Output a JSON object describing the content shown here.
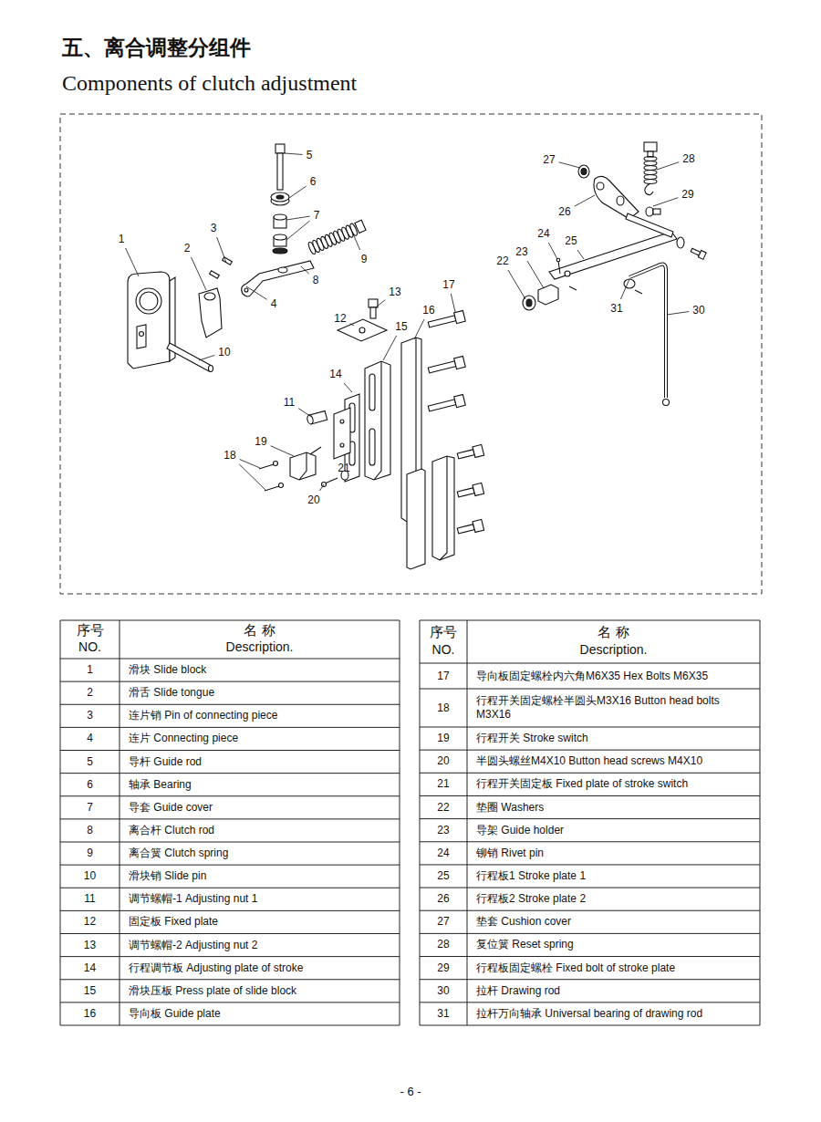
{
  "diagram": {
    "title": "五、离合调整分组件",
    "labels": [
      "Components of clutch adjustment",
      "1",
      "2",
      "3",
      "4",
      "5",
      "6",
      "7",
      "8",
      "9",
      "10",
      "11",
      "12",
      "13",
      "14",
      "15",
      "16",
      "17",
      "18",
      "19",
      "20",
      "21",
      "22",
      "23",
      "24",
      "25",
      "26",
      "27",
      "28",
      "29",
      "30",
      "31",
      "序号",
      "NO.",
      "名 称",
      "Description.",
      "1",
      "滑块 Slide block",
      "2",
      "滑舌 Slide tongue",
      "3",
      "连片销 Pin of connecting piece",
      "4",
      "连片 Connecting piece",
      "5",
      "导杆 Guide rod",
      "6",
      "轴承 Bearing",
      "7",
      "导套 Guide cover",
      "8",
      "离合杆 Clutch rod",
      "9",
      "离合簧 Clutch spring",
      "10",
      "滑块销 Slide pin",
      "11",
      "调节螺帽-1 Adjusting nut 1",
      "12",
      "固定板 Fixed plate",
      "13",
      "调节螺帽-2 Adjusting nut 2",
      "14",
      "行程调节板 Adjusting plate of stroke",
      "15",
      "滑块压板 Press plate of slide block",
      "16",
      "导向板 Guide plate",
      "序号",
      "NO.",
      "名 称",
      "Description.",
      "17",
      "导向板固定螺栓内六角M6X35 Hex Bolts M6X35",
      "18",
      "行程开关固定螺栓半圆头M3X16 Button head bolts M3X16",
      "19",
      "行程开关 Stroke switch",
      "20",
      "半圆头螺丝M4X10 Button head screws M4X10",
      "21",
      "行程开关固定板 Fixed plate of stroke switch",
      "22",
      "垫圈 Washers",
      "23",
      "导架 Guide holder",
      "24",
      "铆销 Rivet pin",
      "25",
      "行程板1 Stroke plate 1",
      "26",
      "行程板2 Stroke plate 2",
      "27",
      "垫套 Cushion cover",
      "28",
      "复位簧 Reset spring",
      "29",
      "行程板固定螺栓 Fixed bolt of stroke plate",
      "30",
      "拉杆 Drawing rod",
      "31",
      "拉杆万向轴承 Universal bearing of drawing rod",
      "- 6 -"
    ]
  }
}
